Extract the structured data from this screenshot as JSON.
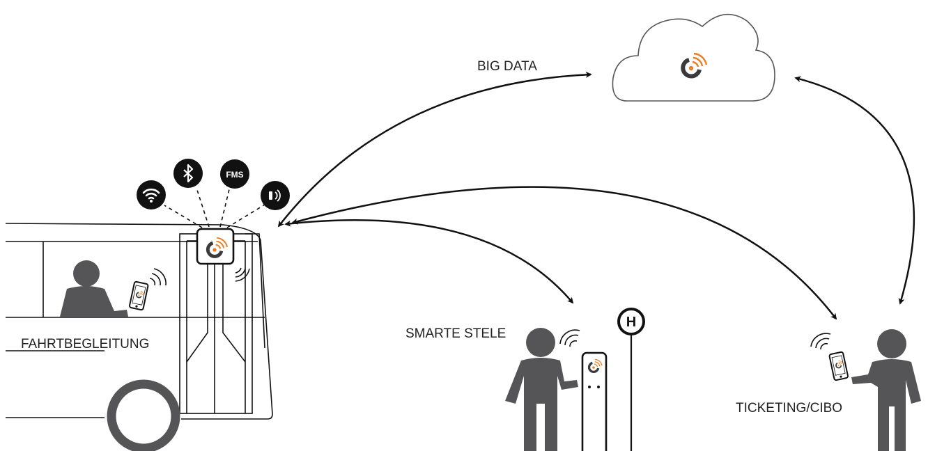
{
  "labels": {
    "big_data": "BIG DATA",
    "fahrtbegleitung": "FAHRTBEGLEITUNG",
    "smarte_stele": "SMARTE STELE",
    "ticketing": "TICKETING/CIBO"
  },
  "badges": {
    "fms": "FMS",
    "bus_stop": "H"
  },
  "icons": [
    "wifi-icon",
    "bluetooth-icon",
    "fms-icon",
    "beacon-icon",
    "cloud-icon",
    "logo-icon",
    "smartphone-icon",
    "person-icon",
    "bus-stop-sign-icon"
  ],
  "colors": {
    "person": "#555557",
    "line": "#111111",
    "logo_dark": "#3a3a3c",
    "logo_orange": "#ee7d22",
    "cloud_stroke": "#555555"
  }
}
